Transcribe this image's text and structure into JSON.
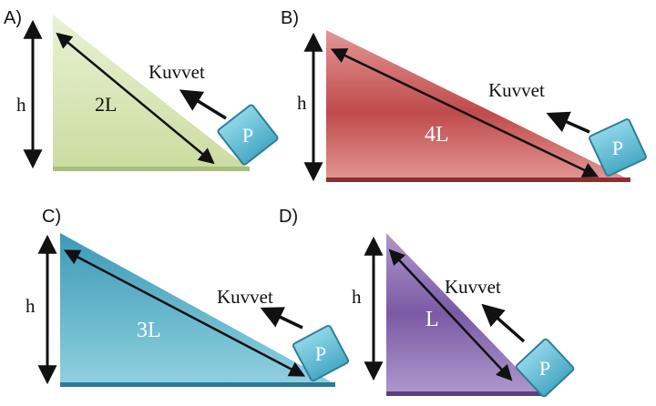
{
  "panels": [
    {
      "id": "A",
      "label": "A)",
      "height_label": "h",
      "length_label": "2L",
      "force_label": "Kuvvet",
      "block_label": "P",
      "colors": {
        "light": "#e9f2d4",
        "dark": "#cbdc9f",
        "edge": "#a9bd7b"
      }
    },
    {
      "id": "B",
      "label": "B)",
      "height_label": "h",
      "length_label": "4L",
      "force_label": "Kuvvet",
      "block_label": "P",
      "colors": {
        "light": "#e49696",
        "dark": "#bf4b4b",
        "edge": "#8c2f2f"
      }
    },
    {
      "id": "C",
      "label": "C)",
      "height_label": "h",
      "length_label": "3L",
      "force_label": "Kuvvet",
      "block_label": "P",
      "colors": {
        "light": "#8fd0e0",
        "dark": "#3c9ab6",
        "edge": "#2b7b94"
      }
    },
    {
      "id": "D",
      "label": "D)",
      "height_label": "h",
      "length_label": "L",
      "force_label": "Kuvvet",
      "block_label": "P",
      "colors": {
        "light": "#ae98cc",
        "dark": "#7a5aa5",
        "edge": "#5a3f82"
      }
    }
  ],
  "block_colors": {
    "fill": "#49a9c5",
    "light": "#8fd6e8",
    "edge": "#2d7f98"
  }
}
